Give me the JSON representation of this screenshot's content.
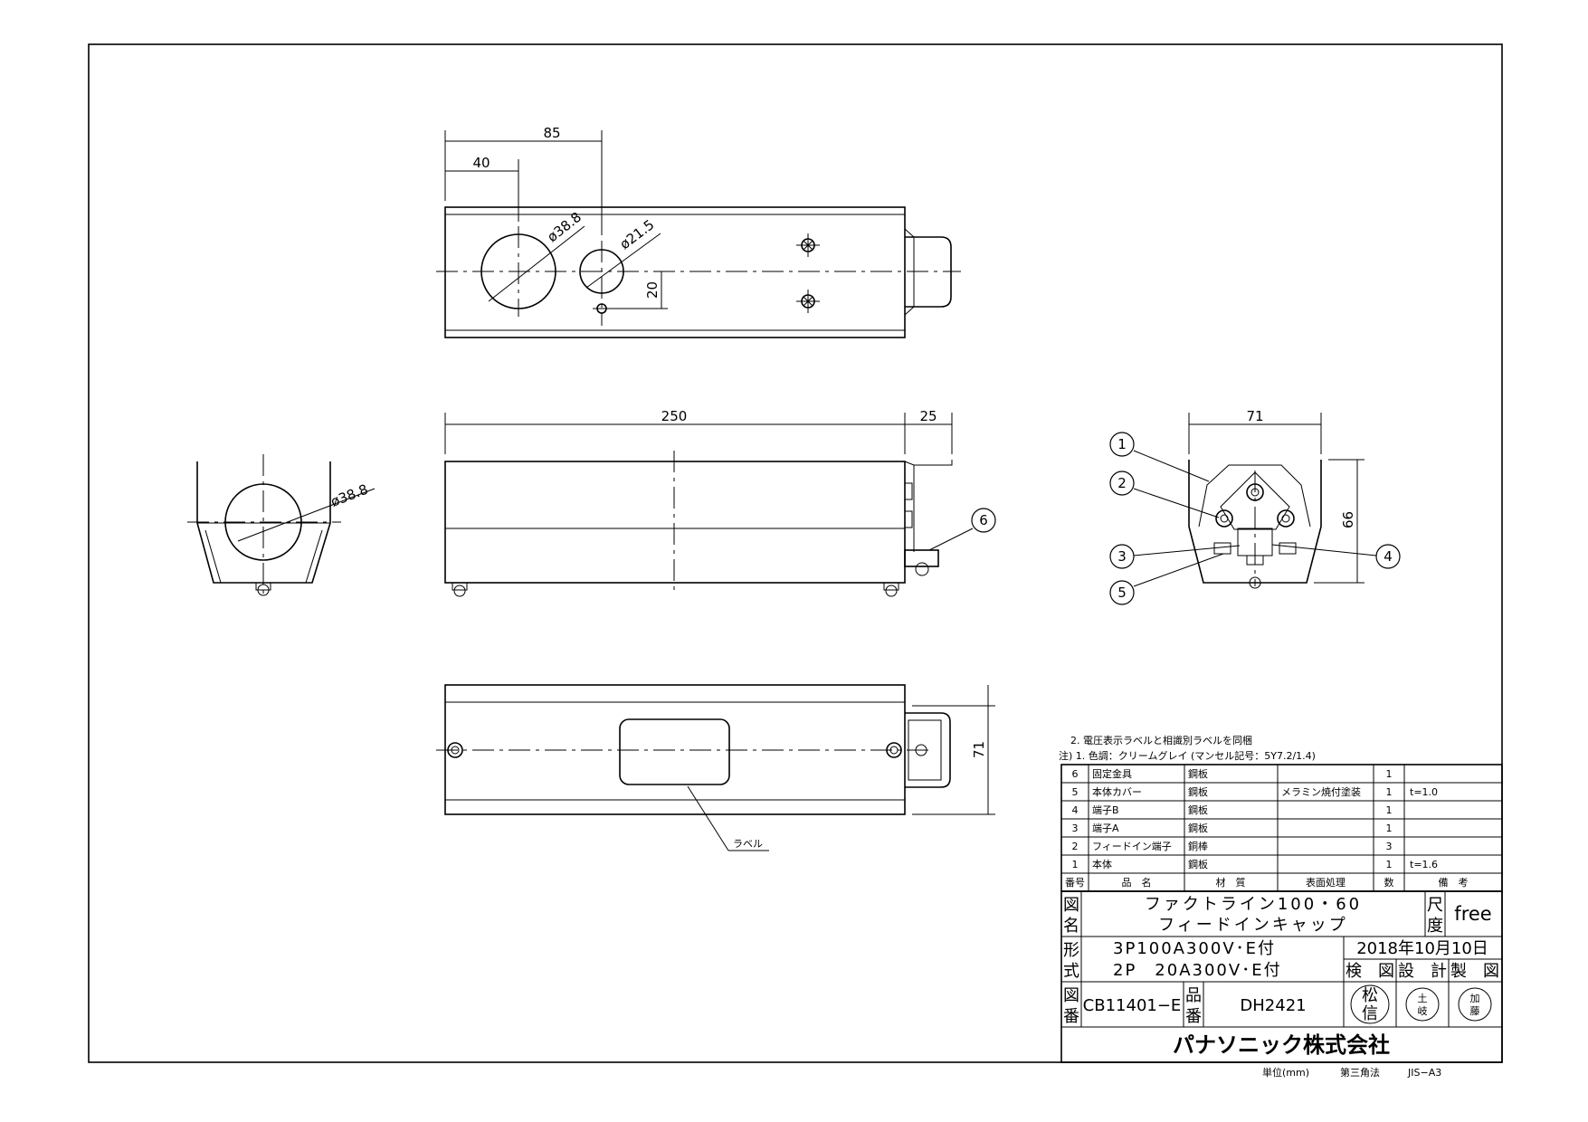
{
  "dimensions": {
    "top_85": "85",
    "top_40": "40",
    "hole_large": "ø38.8",
    "hole_small": "ø21.5",
    "offset_20": "20",
    "front_250": "250",
    "front_25": "25",
    "end_hole": "ø38.8",
    "right_71": "71",
    "right_66": "66",
    "bottom_71": "71"
  },
  "callouts": [
    "1",
    "2",
    "3",
    "4",
    "5",
    "6"
  ],
  "label_text": "ラベル",
  "notes": {
    "note2": "2. 電圧表示ラベルと相識別ラベルを同梱",
    "note1": "注) 1. 色調：クリームグレイ (マンセル記号：5Y7.2/1.4)"
  },
  "parts_header": {
    "no": "番号",
    "name": "品　名",
    "material": "材　質",
    "surface": "表面処理",
    "qty": "数",
    "remarks": "備　考"
  },
  "parts": [
    {
      "no": "6",
      "name": "固定金具",
      "material": "鋼板",
      "surface": "",
      "qty": "1",
      "remarks": ""
    },
    {
      "no": "5",
      "name": "本体カバー",
      "material": "鋼板",
      "surface": "メラミン焼付塗装",
      "qty": "1",
      "remarks": "t=1.0"
    },
    {
      "no": "4",
      "name": "端子B",
      "material": "鋼板",
      "surface": "",
      "qty": "1",
      "remarks": ""
    },
    {
      "no": "3",
      "name": "端子A",
      "material": "鋼板",
      "surface": "",
      "qty": "1",
      "remarks": ""
    },
    {
      "no": "2",
      "name": "フィードイン端子",
      "material": "銅棒",
      "surface": "",
      "qty": "3",
      "remarks": ""
    },
    {
      "no": "1",
      "name": "本体",
      "material": "鋼板",
      "surface": "",
      "qty": "1",
      "remarks": "t=1.6"
    }
  ],
  "title_block": {
    "drawing_name_label_1": "図",
    "drawing_name_label_2": "名",
    "name_line1": "ファクトライン100・60",
    "name_line2": "フィードインキャップ",
    "scale_label_1": "尺",
    "scale_label_2": "度",
    "scale_value": "free",
    "model_label_1": "形",
    "model_label_2": "式",
    "model_line1": "3P100A300V･E付",
    "model_line2": "2P　20A300V･E付",
    "date": "2018年10月10日",
    "roles": [
      "検　図",
      "設　計",
      "製　図"
    ],
    "drawing_no_label_1": "図",
    "drawing_no_label_2": "番",
    "drawing_no": "CB11401−E",
    "product_no_label_1": "品",
    "product_no_label_2": "番",
    "product_no": "DH2421",
    "stamps": [
      [
        "松",
        "信"
      ],
      [
        "土",
        "岐"
      ],
      [
        "加",
        "藤"
      ]
    ],
    "company": "パナソニック株式会社"
  },
  "footer": {
    "unit": "単位(mm)",
    "projection": "第三角法",
    "paper": "JIS−A3"
  }
}
